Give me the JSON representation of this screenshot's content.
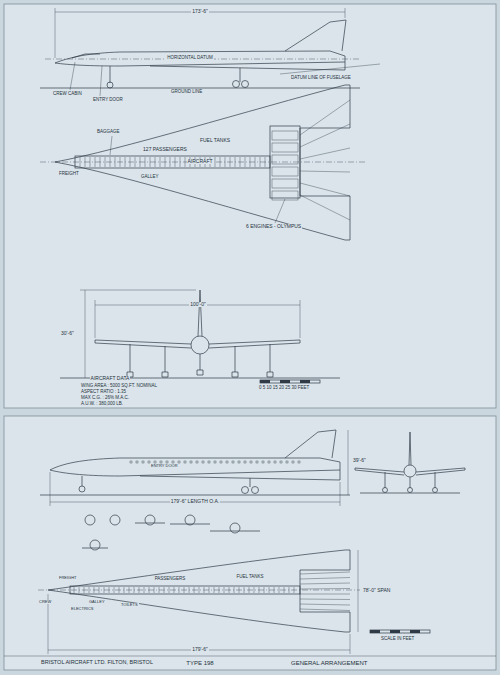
{
  "diagram": {
    "labels": [
      "173'-6\"",
      "HORIZONTAL DATUM",
      "CREW CABIN",
      "ENTRY DOOR",
      "GROUND LINE",
      "DATUM LINE OF FUSELAGE",
      "FUEL TANKS",
      "127 PASSENGERS",
      "BAGGAGE",
      "FREIGHT",
      "GALLEY",
      "AIRCRAFT",
      "6 ENGINES - OLYMPUS",
      "100'-0\"",
      "30'-6\"",
      "AIRCRAFT DATA",
      "WING AREA : 5000 SQ.FT. NOMINAL",
      "ASPECT RATIO : 1.35",
      "MAX C.G. : 26% M.A.C.",
      "A.U.W. : 380,000 LB.",
      "0 5 10 15 20 25 30 FEET",
      "39'-6\"",
      "ENTRY DOOR",
      "179'-6\" LENGTH O.A.",
      "PASSENGERS",
      "GALLEY",
      "TOILETS",
      "FREIGHT",
      "CREW",
      "ELECTRICS",
      "FUEL TANKS",
      "78'-0\" SPAN",
      "179'-6\"",
      "BRISTOL AIRCRAFT LTD. FILTON, BRISTOL",
      "TYPE 198",
      "GENERAL ARRANGEMENT",
      "SCALE IN FEET"
    ]
  }
}
